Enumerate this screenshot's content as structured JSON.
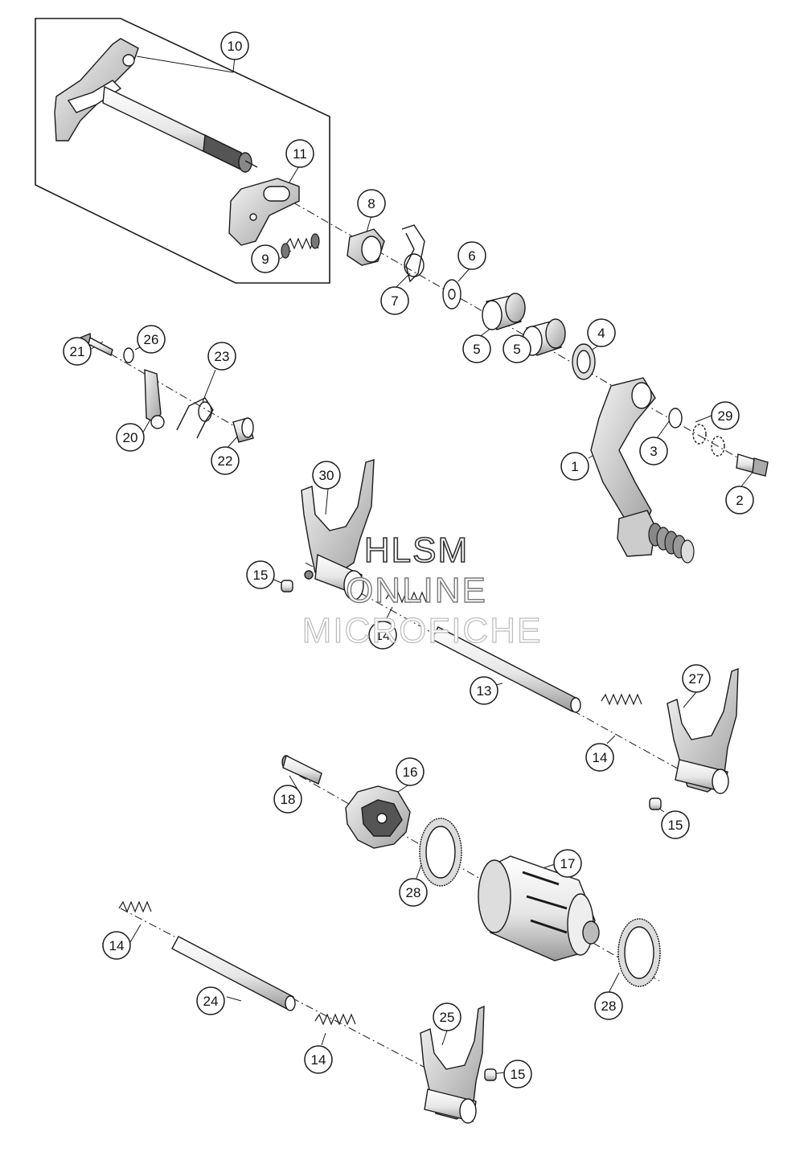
{
  "watermark": {
    "line1": "HLSM",
    "line2": "ONLINE",
    "line3": "MICROFICHE"
  },
  "callouts": [
    {
      "label": "10"
    },
    {
      "label": "11"
    },
    {
      "label": "8"
    },
    {
      "label": "9"
    },
    {
      "label": "6"
    },
    {
      "label": "7"
    },
    {
      "label": "5"
    },
    {
      "label": "5"
    },
    {
      "label": "4"
    },
    {
      "label": "26"
    },
    {
      "label": "21"
    },
    {
      "label": "23"
    },
    {
      "label": "20"
    },
    {
      "label": "22"
    },
    {
      "label": "29"
    },
    {
      "label": "3"
    },
    {
      "label": "1"
    },
    {
      "label": "2"
    },
    {
      "label": "30"
    },
    {
      "label": "15"
    },
    {
      "label": "14"
    },
    {
      "label": "13"
    },
    {
      "label": "27"
    },
    {
      "label": "14"
    },
    {
      "label": "16"
    },
    {
      "label": "18"
    },
    {
      "label": "15"
    },
    {
      "label": "17"
    },
    {
      "label": "28"
    },
    {
      "label": "14"
    },
    {
      "label": "24"
    },
    {
      "label": "28"
    },
    {
      "label": "25"
    },
    {
      "label": "14"
    },
    {
      "label": "15"
    }
  ],
  "colors": {
    "line": "#1a1a1a",
    "fill": "#ffffff",
    "shade": "#cfcfcf",
    "dark": "#6b6b6b"
  }
}
